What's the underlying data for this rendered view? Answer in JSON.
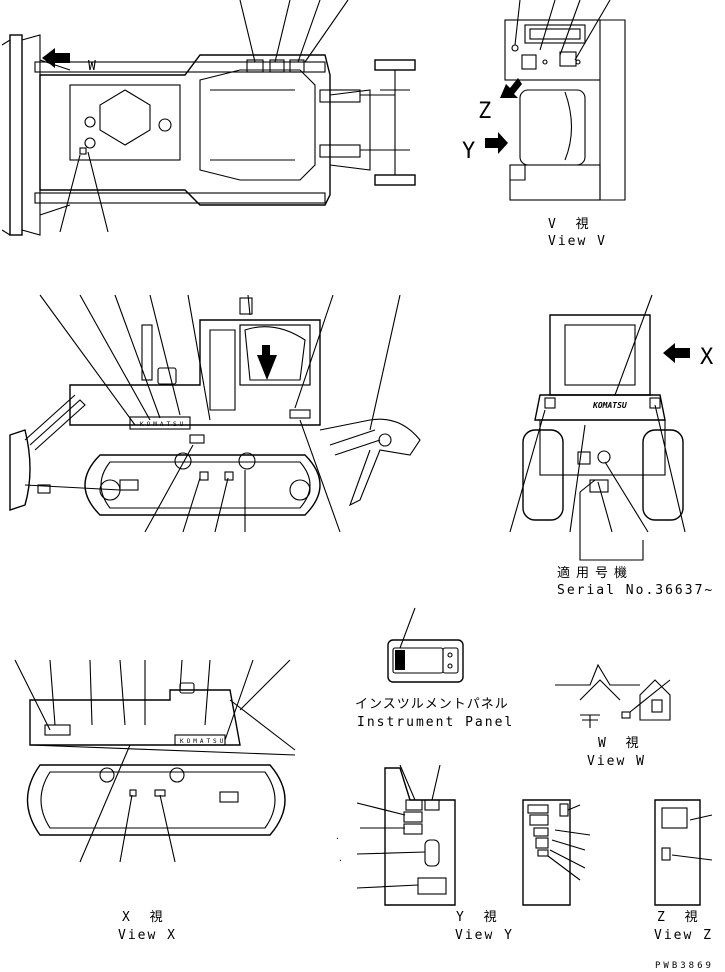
{
  "labels": {
    "view_v_jp": "V 視",
    "view_v_en": "View V",
    "view_w_jp": "W 視",
    "view_w_en": "View W",
    "view_x_jp": "X 視",
    "view_x_en": "View X",
    "view_y_jp": "Y 視",
    "view_y_en": "View Y",
    "view_z_jp": "Z 視",
    "view_z_en": "View Z",
    "instrument_panel_jp": "インスツルメントパネル",
    "instrument_panel_en": "Instrument Panel",
    "serial_jp": "適用号機",
    "serial_en": "Serial No.36637~",
    "drawing_code": "PWB3869"
  },
  "arrow_letters": {
    "w": "W",
    "x": "X",
    "y": "Y",
    "z": "Z"
  },
  "brand": {
    "logo_text": "KOMATSU"
  },
  "colors": {
    "line": "#000000",
    "background": "#ffffff"
  }
}
